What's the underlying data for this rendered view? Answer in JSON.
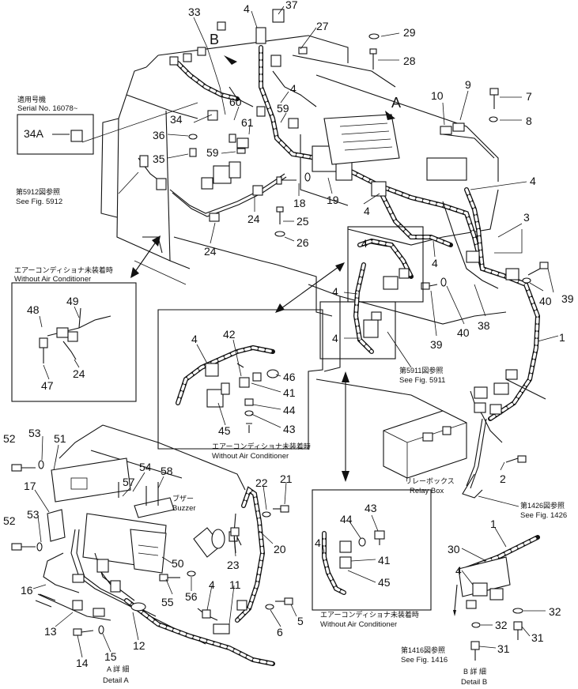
{
  "callouts": [
    {
      "id": "c37",
      "label": "37"
    },
    {
      "id": "c33",
      "label": "33"
    },
    {
      "id": "c4a",
      "label": "4"
    },
    {
      "id": "cB",
      "label": "B"
    },
    {
      "id": "c27",
      "label": "27"
    },
    {
      "id": "c29",
      "label": "29"
    },
    {
      "id": "c28",
      "label": "28"
    },
    {
      "id": "cA",
      "label": "A"
    },
    {
      "id": "c10",
      "label": "10"
    },
    {
      "id": "c9",
      "label": "9"
    },
    {
      "id": "c7",
      "label": "7"
    },
    {
      "id": "c8",
      "label": "8"
    },
    {
      "id": "c4b",
      "label": "4"
    },
    {
      "id": "c59a",
      "label": "59"
    },
    {
      "id": "c60",
      "label": "60"
    },
    {
      "id": "c61",
      "label": "61"
    },
    {
      "id": "c34",
      "label": "34"
    },
    {
      "id": "c36",
      "label": "36"
    },
    {
      "id": "c35",
      "label": "35"
    },
    {
      "id": "c59b",
      "label": "59"
    },
    {
      "id": "c18",
      "label": "18"
    },
    {
      "id": "c19",
      "label": "19"
    },
    {
      "id": "c4c",
      "label": "4"
    },
    {
      "id": "c4d",
      "label": "4"
    },
    {
      "id": "c3",
      "label": "3"
    },
    {
      "id": "c24a",
      "label": "24"
    },
    {
      "id": "c25",
      "label": "25"
    },
    {
      "id": "c26",
      "label": "26"
    },
    {
      "id": "c24b",
      "label": "24"
    },
    {
      "id": "c4e",
      "label": "4"
    },
    {
      "id": "c4f",
      "label": "4"
    },
    {
      "id": "c39a",
      "label": "39"
    },
    {
      "id": "c40a",
      "label": "40"
    },
    {
      "id": "c4g",
      "label": "4"
    },
    {
      "id": "c4h",
      "label": "4"
    },
    {
      "id": "c38",
      "label": "38"
    },
    {
      "id": "c39b",
      "label": "39"
    },
    {
      "id": "c40b",
      "label": "40"
    },
    {
      "id": "c1a",
      "label": "1"
    },
    {
      "id": "c48",
      "label": "48"
    },
    {
      "id": "c49",
      "label": "49"
    },
    {
      "id": "c24c",
      "label": "24"
    },
    {
      "id": "c47",
      "label": "47"
    },
    {
      "id": "c4i",
      "label": "4"
    },
    {
      "id": "c42",
      "label": "42"
    },
    {
      "id": "c46",
      "label": "46"
    },
    {
      "id": "c41a",
      "label": "41"
    },
    {
      "id": "c44a",
      "label": "44"
    },
    {
      "id": "c45a",
      "label": "45"
    },
    {
      "id": "c43a",
      "label": "43"
    },
    {
      "id": "c2",
      "label": "2"
    },
    {
      "id": "c52a",
      "label": "52"
    },
    {
      "id": "c53a",
      "label": "53"
    },
    {
      "id": "c51",
      "label": "51"
    },
    {
      "id": "c54",
      "label": "54"
    },
    {
      "id": "c58",
      "label": "58"
    },
    {
      "id": "c57",
      "label": "57"
    },
    {
      "id": "c17",
      "label": "17"
    },
    {
      "id": "c22",
      "label": "22"
    },
    {
      "id": "c21",
      "label": "21"
    },
    {
      "id": "c52b",
      "label": "52"
    },
    {
      "id": "c53b",
      "label": "53"
    },
    {
      "id": "c20",
      "label": "20"
    },
    {
      "id": "c23",
      "label": "23"
    },
    {
      "id": "c50",
      "label": "50"
    },
    {
      "id": "c55",
      "label": "55"
    },
    {
      "id": "c56",
      "label": "56"
    },
    {
      "id": "c4j",
      "label": "4"
    },
    {
      "id": "c11",
      "label": "11"
    },
    {
      "id": "c16",
      "label": "16"
    },
    {
      "id": "c13",
      "label": "13"
    },
    {
      "id": "c5",
      "label": "5"
    },
    {
      "id": "c6",
      "label": "6"
    },
    {
      "id": "c14",
      "label": "14"
    },
    {
      "id": "c15",
      "label": "15"
    },
    {
      "id": "c12",
      "label": "12"
    },
    {
      "id": "c43b",
      "label": "43"
    },
    {
      "id": "c44b",
      "label": "44"
    },
    {
      "id": "c4k",
      "label": "4"
    },
    {
      "id": "c41b",
      "label": "41"
    },
    {
      "id": "c45b",
      "label": "45"
    },
    {
      "id": "c1b",
      "label": "1"
    },
    {
      "id": "c30",
      "label": "30"
    },
    {
      "id": "c4l",
      "label": "4"
    },
    {
      "id": "c32a",
      "label": "32"
    },
    {
      "id": "c32b",
      "label": "32"
    },
    {
      "id": "c31a",
      "label": "31"
    },
    {
      "id": "c31b",
      "label": "31"
    }
  ],
  "notes": {
    "serial_jp": "適用号機",
    "serial_en": "Serial No. 16078~",
    "inset_part": "34A",
    "fig5912_jp": "第5912図参照",
    "fig5912_en": "See Fig. 5912",
    "fig5911_jp": "第5911図参照",
    "fig5911_en": "See Fig. 5911",
    "fig1426_jp": "第1426図参照",
    "fig1426_en": "See Fig. 1426",
    "fig1416_jp": "第1416図参照",
    "fig1416_en": "See Fig. 1416",
    "woac1_jp": "エアーコンディショナ未装着時",
    "woac1_en": "Without Air Conditioner",
    "woac2_jp": "エアーコンディショナ未装着時",
    "woac2_en": "Without Air Conditioner",
    "woac3_jp": "エアーコンディショナ未装着時",
    "woac3_en": "Without Air Conditioner",
    "relay_jp": "リレーボックス",
    "relay_en": "Relay Box",
    "buzzer_jp": "ブザー",
    "buzzer_en": "Buzzer",
    "detailA_jp": "A 詳 細",
    "detailA_en": "Detail A",
    "detailB_jp": "B 詳 細",
    "detailB_en": "Detail B"
  }
}
